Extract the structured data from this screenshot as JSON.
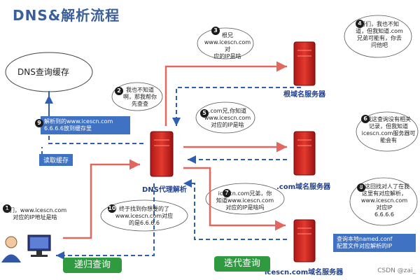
{
  "title": "DNS&解析流程",
  "cache": {
    "label": "DNS查询缓存"
  },
  "servers": {
    "root": "根域名服务器",
    "com": ".com域名服务器",
    "icescn": "icescn.com域名服务器",
    "proxy": "DNS代理解析"
  },
  "steps": [
    {
      "num": "1",
      "text": "哥们，www.icescn.com\n对应的IP地址是啥"
    },
    {
      "num": "2",
      "text": "我也不知道\n啊，那我帮你\n先查查"
    },
    {
      "num": "3",
      "text": "根兄\nwww.icescn.com对\n应的IP是啥"
    },
    {
      "num": "4",
      "text": "哥们，我也不知\n道，但我知道.com\n兄弟可能有，你去\n问他吧"
    },
    {
      "num": "5",
      "text": ".com兄,你知道\nwww.icescn.com\n对应的IP是啥"
    },
    {
      "num": "6",
      "text": "我这查询没有相关\n记录，但我知道\nicescn.com服务器可\n能会有"
    },
    {
      "num": "7",
      "text": "icescn.com兄弟，你\n知道www.icescn.com\n对应的IP是啥吗"
    },
    {
      "num": "8",
      "text": "你这回找对人了在我\n这里有对应解析，\nwww.icescn.com\n对应IP\n6.6.6.6"
    },
    {
      "num": "9",
      "text": "解析到的www.icescn.com\n6.6.6.6放到缓存里"
    },
    {
      "num": "10",
      "text": "终于找到你想要的了\nwww.icescn.com对应\n的是6.6.6.6"
    }
  ],
  "read_cache": "读取缓存",
  "config_note": "查询本地named.conf\n配置文件对应解析的IP",
  "buttons": {
    "recursive": "递归查询",
    "iterative": "迭代查询"
  },
  "watermark": "CSDN @zai_"
}
